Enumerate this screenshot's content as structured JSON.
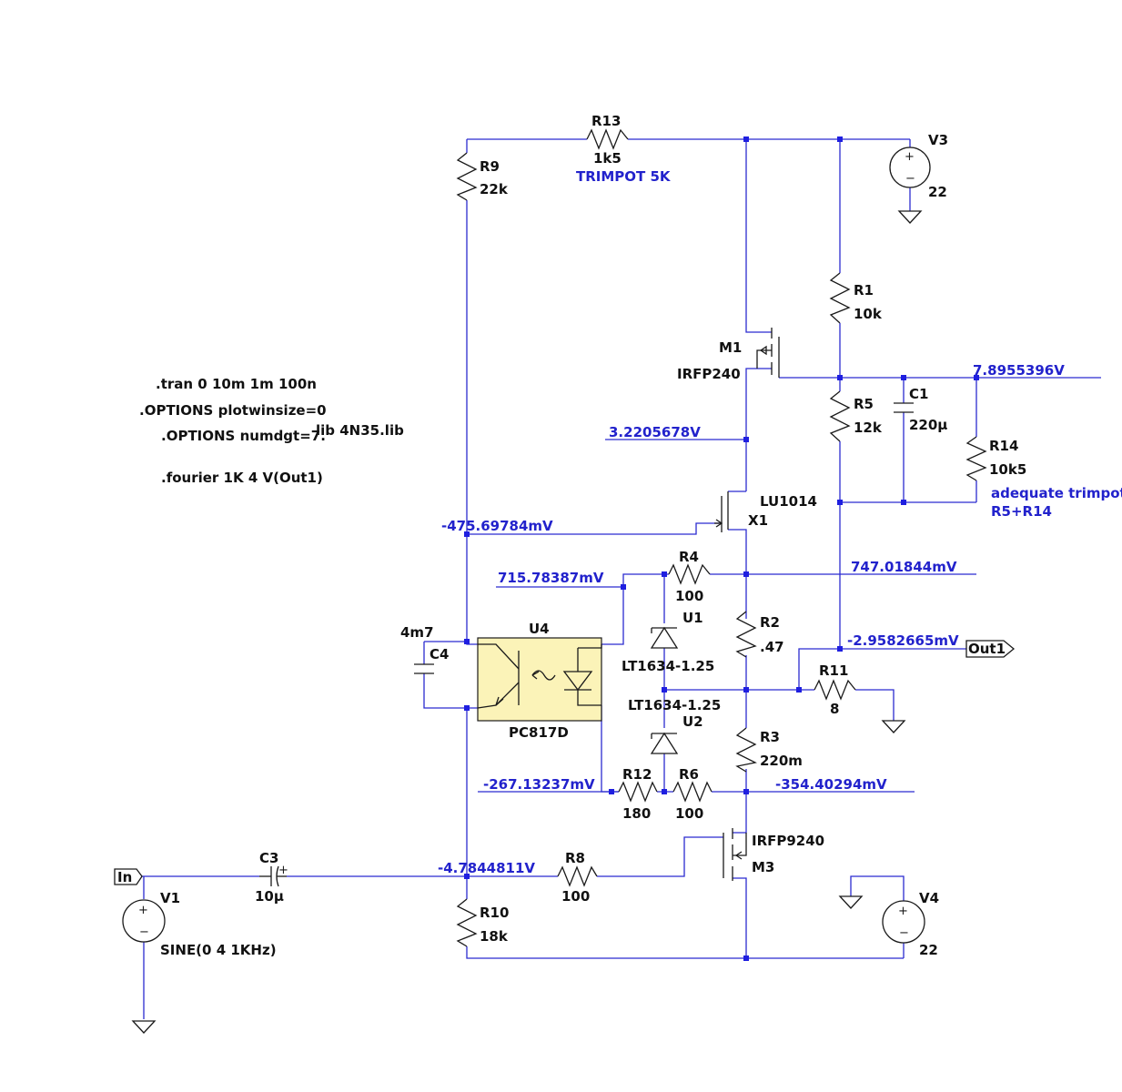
{
  "directives": {
    "tran": ".tran 0 10m 1m 100n",
    "plotwin": ".OPTIONS plotwinsize=0",
    "numdgt": ".OPTIONS numdgt=7.",
    "lib": "lib 4N35.lib",
    "fourier": ".fourier 1K 4 V(Out1)"
  },
  "components": {
    "R13": {
      "ref": "R13",
      "value": "1k5"
    },
    "R9": {
      "ref": "R9",
      "value": "22k"
    },
    "R1": {
      "ref": "R1",
      "value": "10k"
    },
    "R5": {
      "ref": "R5",
      "value": "12k"
    },
    "R14": {
      "ref": "R14",
      "value": "10k5"
    },
    "C1": {
      "ref": "C1",
      "value": "220µ"
    },
    "V3": {
      "ref": "V3",
      "value": "22"
    },
    "M1": {
      "ref": "M1",
      "value": "IRFP240"
    },
    "X1": {
      "ref": "X1",
      "value": "LU1014"
    },
    "R4": {
      "ref": "R4",
      "value": "100"
    },
    "U1": {
      "ref": "U1",
      "value": "LT1634-1.25"
    },
    "U2": {
      "ref": "U2",
      "value": "LT1634-1.25"
    },
    "R2": {
      "ref": "R2",
      "value": ".47"
    },
    "R11": {
      "ref": "R11",
      "value": "8"
    },
    "R3": {
      "ref": "R3",
      "value": "220m"
    },
    "U4": {
      "ref": "U4",
      "value": "PC817D"
    },
    "C4": {
      "ref": "C4",
      "value": "4m7"
    },
    "R12": {
      "ref": "R12",
      "value": "180"
    },
    "R6": {
      "ref": "R6",
      "value": "100"
    },
    "M3": {
      "ref": "M3",
      "value": "IRFP9240"
    },
    "R8": {
      "ref": "R8",
      "value": "100"
    },
    "C3": {
      "ref": "C3",
      "value": "10µ"
    },
    "R10": {
      "ref": "R10",
      "value": "18k"
    },
    "V1": {
      "ref": "V1",
      "value": "SINE(0 4 1KHz)"
    },
    "V4": {
      "ref": "V4",
      "value": "22"
    }
  },
  "notes": {
    "trimpot": "TRIMPOT 5K",
    "adequate1": "adequate trimpot",
    "adequate2": "R5+R14"
  },
  "voltages": {
    "rail_mid": "7.8955396V",
    "m1_source": "3.2205678V",
    "x1_gate": "-475.69784mV",
    "u4_pin": "715.78387mV",
    "r4_right": "747.01844mV",
    "out": "-2.9582665mV",
    "r12_left": "-267.13237mV",
    "r6_right": "-354.40294mV",
    "input_node": "-4.7844811V"
  },
  "ports": {
    "in": "In",
    "out": "Out1"
  },
  "colors": {
    "wire": "#2b2bd0",
    "voltage_text": "#2222cc",
    "optocoupler_fill": "#fbf3b8"
  }
}
